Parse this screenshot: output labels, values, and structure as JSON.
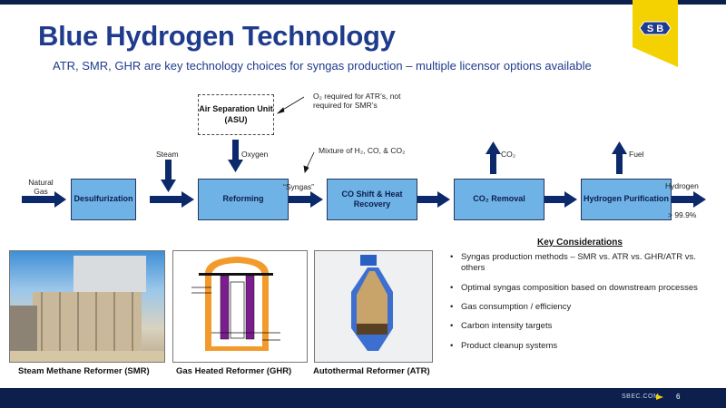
{
  "header": {
    "title": "Blue Hydrogen Technology",
    "subtitle": "ATR, SMR, GHR are key technology choices for syngas production – multiple licensor options available",
    "logo_text": "S&B"
  },
  "flow": {
    "boxes": [
      "Desulfurization",
      "Reforming",
      "CO Shift & Heat Recovery",
      "CO₂ Removal",
      "Hydrogen Purification"
    ],
    "asu": "Air Separation Unit (ASU)",
    "labels": {
      "natural_gas": "Natural Gas",
      "steam": "Steam",
      "oxygen": "Oxygen",
      "syngas": "“Syngas”",
      "co2": "CO₂",
      "fuel": "Fuel",
      "hydrogen": "Hydrogen",
      "purity": "> 99.9%"
    },
    "notes": {
      "o2": "O₂ required for ATR’s, not required for SMR’s",
      "mixture": "Mixture of H₂, CO, & CO₂"
    }
  },
  "images": [
    {
      "caption": "Steam Methane Reformer (SMR)"
    },
    {
      "caption": "Gas Heated Reformer (GHR)"
    },
    {
      "caption": "Autothermal Reformer (ATR)"
    }
  ],
  "key_considerations": {
    "title": "Key Considerations",
    "items": [
      "Syngas production methods – SMR vs. ATR vs. GHR/ATR vs. others",
      "Optimal syngas composition based on downstream processes",
      "Gas consumption / efficiency",
      "Carbon intensity targets",
      "Product cleanup systems"
    ]
  },
  "footer": {
    "url": "SBEC.COM",
    "page": "6"
  },
  "colors": {
    "navy": "#0c1f4d",
    "title": "#1f3b8c",
    "box": "#6fb2e6",
    "yellow": "#f4d100"
  }
}
